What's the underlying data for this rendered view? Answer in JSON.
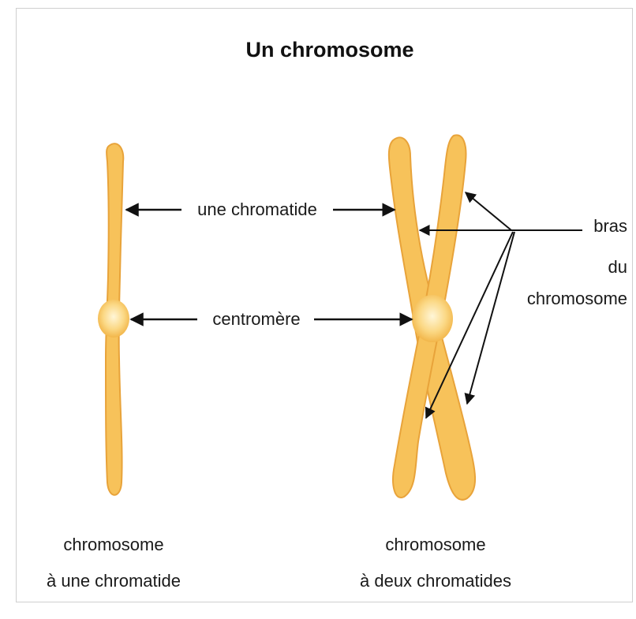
{
  "title": "Un chromosome",
  "labels": {
    "chromatid": "une chromatide",
    "centromere": "centromère",
    "arms_line1": "bras",
    "arms_line2": "du",
    "arms_line3": "chromosome"
  },
  "captions": {
    "left_line1": "chromosome",
    "left_line2": "à une chromatide",
    "right_line1": "chromosome",
    "right_line2": "à deux chromatides"
  },
  "colors": {
    "chromatid_fill": "#f7c25a",
    "chromatid_edge": "#e8a33a",
    "centromere_glow": "#fff2c8",
    "arrow": "#111111"
  }
}
